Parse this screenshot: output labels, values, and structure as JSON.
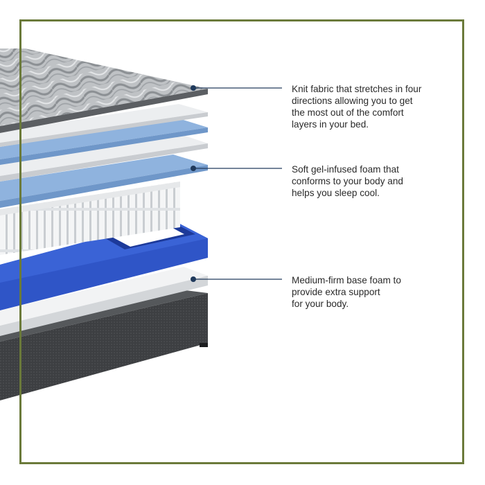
{
  "colors": {
    "frame": "#6b7a3a",
    "leader": "#203a5c",
    "dot": "#203a5c",
    "gel_foam": "#8fb3de",
    "base_foam": "#2f55c7",
    "base": "#3b3d3f"
  },
  "callouts": {
    "knit_fabric": {
      "line1": "Knit fabric that stretches in four",
      "line2": "directions allowing you to get",
      "line3": "the most out of the comfort",
      "line4": "layers in your bed."
    },
    "gel_foam": {
      "line1": "Soft gel-infused foam that",
      "line2": "conforms to your body and",
      "line3": "helps you sleep cool."
    },
    "base_foam": {
      "line1": "Medium-firm base foam to",
      "line2": "provide extra support",
      "line3": "for your body."
    }
  }
}
